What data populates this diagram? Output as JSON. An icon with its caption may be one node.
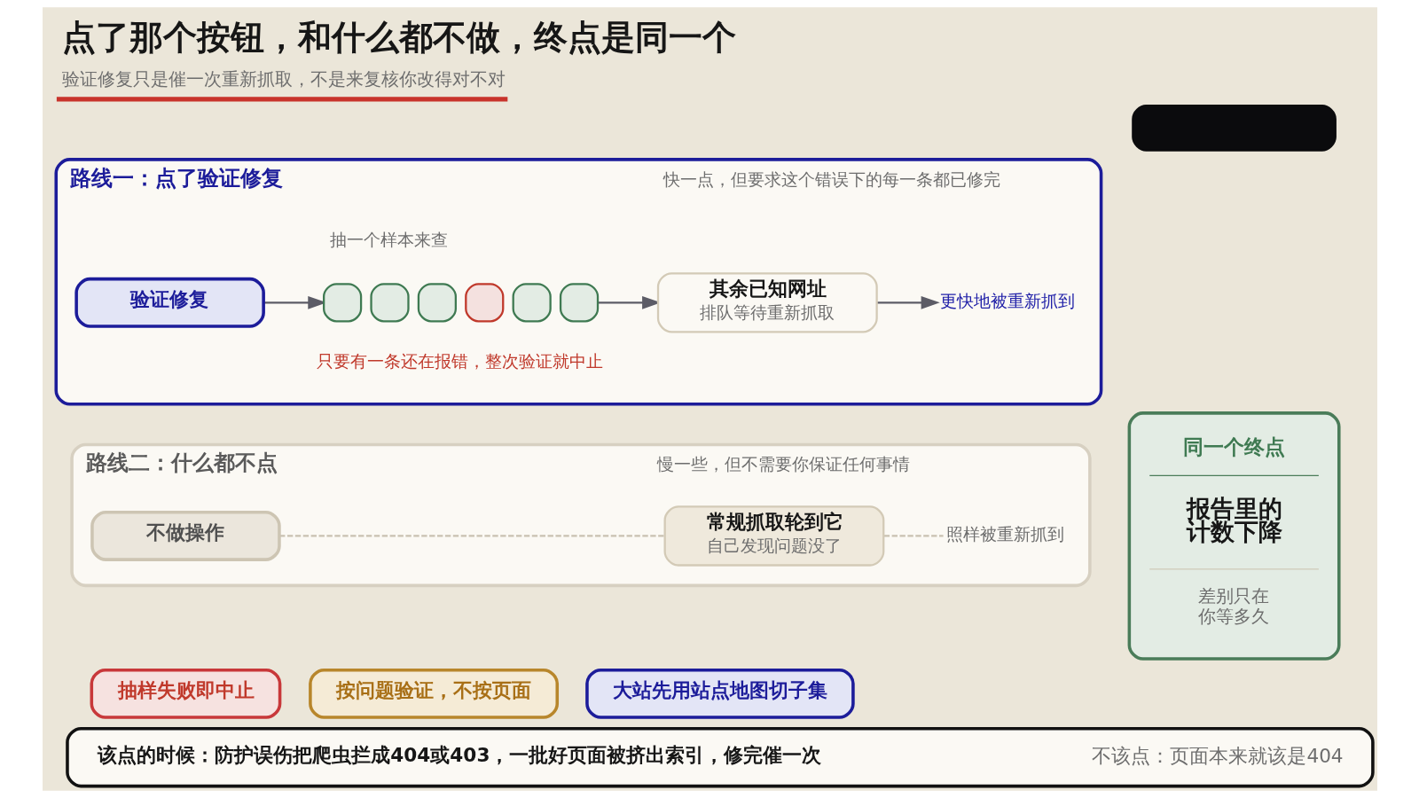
{
  "diagram": {
    "title": "点了那个按钮，和什么都不做，终点是同一个",
    "caption": "验证修复只是催一次重新抓取，不是来复核你改得对不对",
    "nodes": [
      {
        "text": [],
        "shape": "box"
      },
      {
        "text": [
          "路线一：点了验证修复",
          "快一点，但要求这个错误下的每一条都已修完"
        ]
      },
      {
        "text": [
          "验证修复"
        ],
        "in": 1
      },
      {
        "text": [],
        "shape": "box",
        "in": 1
      },
      {
        "text": [],
        "shape": "box",
        "in": 1
      },
      {
        "text": [],
        "shape": "box",
        "in": 1
      },
      {
        "text": [],
        "shape": "box",
        "in": 1
      },
      {
        "text": [],
        "shape": "box",
        "in": 1
      },
      {
        "text": [],
        "shape": "box",
        "in": 1
      },
      {
        "text": [
          "其余已知网址",
          "排队等待重新抓取"
        ],
        "in": 1
      },
      {
        "text": [
          "更快地被重新抓到"
        ],
        "in": 1
      },
      {
        "text": [
          "路线二：什么都不点",
          "慢一些，但不需要你保证任何事情"
        ]
      },
      {
        "text": [
          "不做操作"
        ],
        "in": 11
      },
      {
        "text": [
          "常规抓取轮到它",
          "自己发现问题没了"
        ],
        "in": 11
      },
      {
        "text": [
          "照样被重新抓到"
        ],
        "in": 11
      },
      {
        "text": [
          "同一个终点",
          "报告里的计数下降",
          "差别只在你等多久"
        ]
      },
      {
        "text": [
          "抽样失败即中止"
        ]
      },
      {
        "text": [
          "按问题验证，不按页面"
        ]
      },
      {
        "text": [
          "大站先用站点地图切子集"
        ]
      },
      {
        "text": [
          "该点的时候：防护误伤把爬虫拦成404或403，一批好页面被挤出索引，修完催一次",
          "不该点：页面本来就该是404"
        ]
      }
    ],
    "edges": [
      {
        "from": 2,
        "to": 3,
        "arrow": "to"
      },
      {
        "from": 8,
        "to": 9,
        "arrow": "to"
      },
      {
        "from": 9,
        "to": 10,
        "arrow": "to"
      },
      {
        "from": 12,
        "to": 13,
        "arrow": "none",
        "style": "dashed",
        "color": "#c9c1b1"
      },
      {
        "from": 13,
        "to": 14,
        "arrow": "none",
        "style": "dashed",
        "color": "#c9c1b1"
      }
    ],
    "labels": [
      "抽一个样本来查",
      "只要有一条还在报错，整次验证就中止"
    ]
  }
}
